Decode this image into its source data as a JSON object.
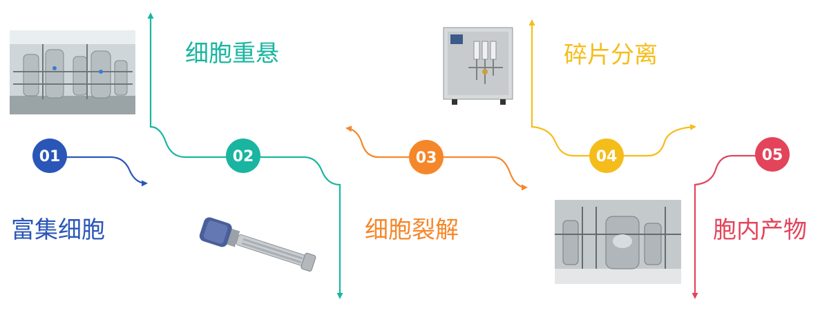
{
  "colors": {
    "step1": "#2a56b8",
    "step2": "#19b5a0",
    "step3": "#f5872a",
    "step4": "#f5bd1b",
    "step5": "#e3445a"
  },
  "steps": [
    {
      "number": "01",
      "label": "富集细胞",
      "color": "#2a56b8",
      "photo": "bioreactor-plant-photo"
    },
    {
      "number": "02",
      "label": "细胞重悬",
      "color": "#19b5a0",
      "photo": "homogenizer-probe-photo"
    },
    {
      "number": "03",
      "label": "细胞裂解",
      "color": "#f5872a",
      "photo": "high-pressure-cabinet-photo"
    },
    {
      "number": "04",
      "label": "碎片分离",
      "color": "#f5bd1b",
      "photo": "steel-tank-system-photo"
    },
    {
      "number": "05",
      "label": "胞内产物",
      "color": "#e3445a",
      "photo": null
    }
  ]
}
